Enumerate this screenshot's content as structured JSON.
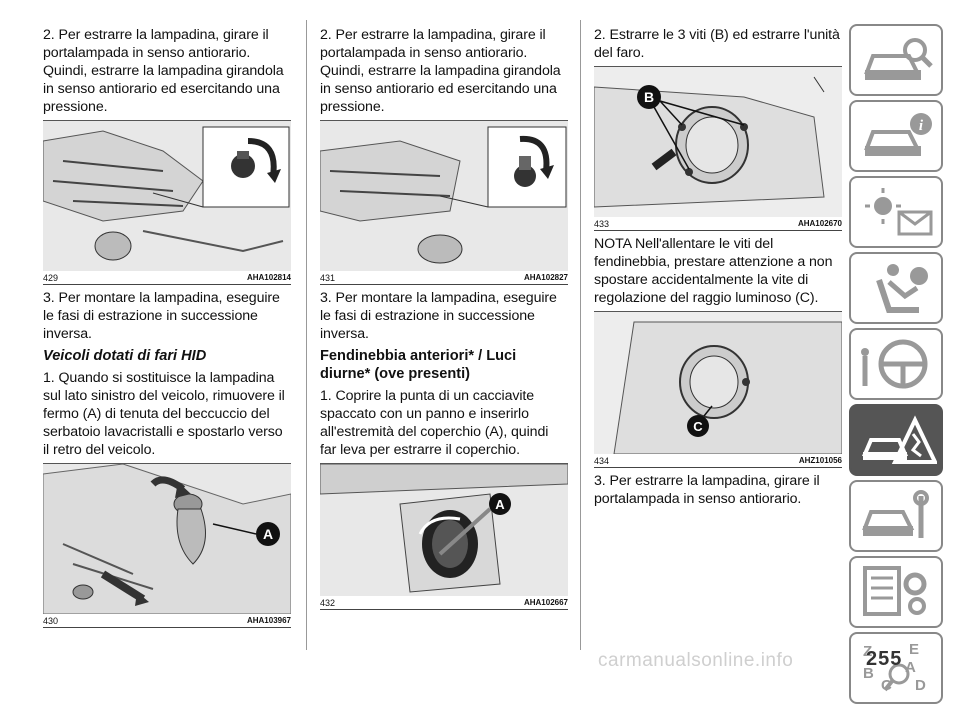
{
  "column1": {
    "p1": "2. Per estrarre la lampadina, girare il portalampada in senso antiorario. Quindi, estrarre la lampadina girandola in senso antiorario ed esercitando una pressione.",
    "fig429": {
      "num": "429",
      "code": "AHA102814"
    },
    "p2": "3. Per montare la lampadina, eseguire le fasi di estrazione in successione inversa.",
    "heading": "Veicoli dotati di fari HID",
    "p3": "1. Quando si sostituisce la lampadina sul lato sinistro del veicolo, rimuovere il fermo (A) di tenuta del beccuccio del serbatoio lavacristalli e spostarlo verso il retro del veicolo.",
    "fig430": {
      "num": "430",
      "code": "AHA103967",
      "marker": "A"
    }
  },
  "column2": {
    "p1": "2. Per estrarre la lampadina, girare il portalampada in senso antiorario. Quindi, estrarre la lampadina girandola in senso antiorario ed esercitando una pressione.",
    "fig431": {
      "num": "431",
      "code": "AHA102827"
    },
    "p2": "3. Per montare la lampadina, eseguire le fasi di estrazione in successione inversa.",
    "heading": "Fendinebbia anteriori* / Luci diurne* (ove presenti)",
    "p3": "1. Coprire la punta di un cacciavite spaccato con un panno e inserirlo all'estremità del coperchio (A), quindi far leva per estrarre il coperchio.",
    "fig432": {
      "num": "432",
      "code": "AHA102667",
      "marker": "A"
    }
  },
  "column3": {
    "p1": "2. Estrarre le 3 viti (B) ed estrarre l'unità del faro.",
    "fig433": {
      "num": "433",
      "code": "AHA102670",
      "marker": "B"
    },
    "p2": "NOTA Nell'allentare le viti del fendinebbia, prestare attenzione a non spostare accidentalmente la vite di regolazione del raggio luminoso (C).",
    "fig434": {
      "num": "434",
      "code": "AHZ101056",
      "marker": "C"
    },
    "p3": "3. Per estrarre la lampadina, girare il portalampada in senso antiorario."
  },
  "sidebar": {
    "tabs": [
      {
        "icon": "car-search-icon"
      },
      {
        "icon": "car-info-icon"
      },
      {
        "icon": "warning-lights-icon"
      },
      {
        "icon": "seat-airbag-icon"
      },
      {
        "icon": "steering-wheel-icon"
      },
      {
        "icon": "car-warning-triangle-icon",
        "active": true
      },
      {
        "icon": "car-wrench-icon"
      },
      {
        "icon": "specs-gear-icon"
      },
      {
        "icon": "alphabet-index-icon"
      }
    ],
    "tab_letters": [
      "Z",
      "E",
      "A",
      "B",
      "C",
      "D"
    ]
  },
  "page_number": "255",
  "watermark": "carmanualsonline.info"
}
